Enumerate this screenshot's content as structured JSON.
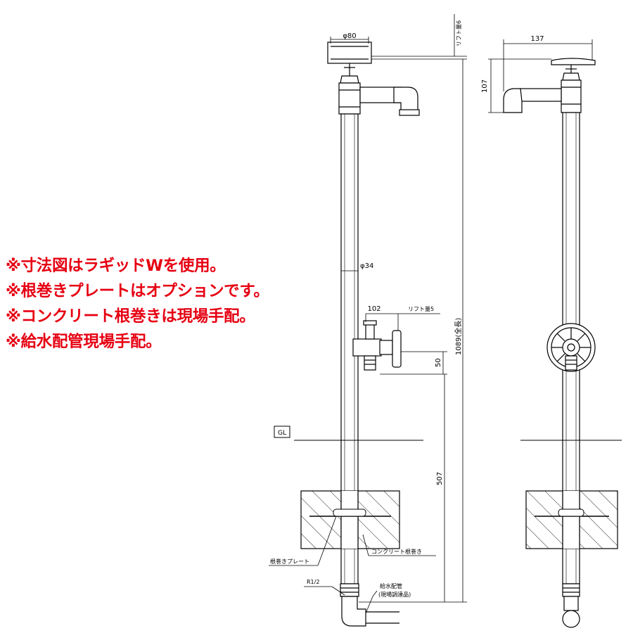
{
  "notes": [
    "※寸法図はラギッドWを使用。",
    "※根巻きプレートはオプションです。",
    "※コンクリート根巻きは現場手配。",
    "※給水配管現場手配。"
  ],
  "dimensions": {
    "handle_diameter": "φ80",
    "lift_top": "リフト量6",
    "pipe_diameter": "φ34",
    "faucet_offset": "102",
    "lift_middle": "リフト量5",
    "faucet_height": "50",
    "total_height": "1089(全長)",
    "ground_depth": "507",
    "side_width": "137",
    "side_height": "107"
  },
  "labels": {
    "ground_level": "GL",
    "root_plate": "根巻きプレート",
    "concrete": "コンクリート根巻き",
    "thread": "R1/2",
    "supply_pipe": "給水配管",
    "supply_note": "(現場調達品)"
  },
  "colors": {
    "note_red": "#e60012",
    "line": "#000000"
  }
}
